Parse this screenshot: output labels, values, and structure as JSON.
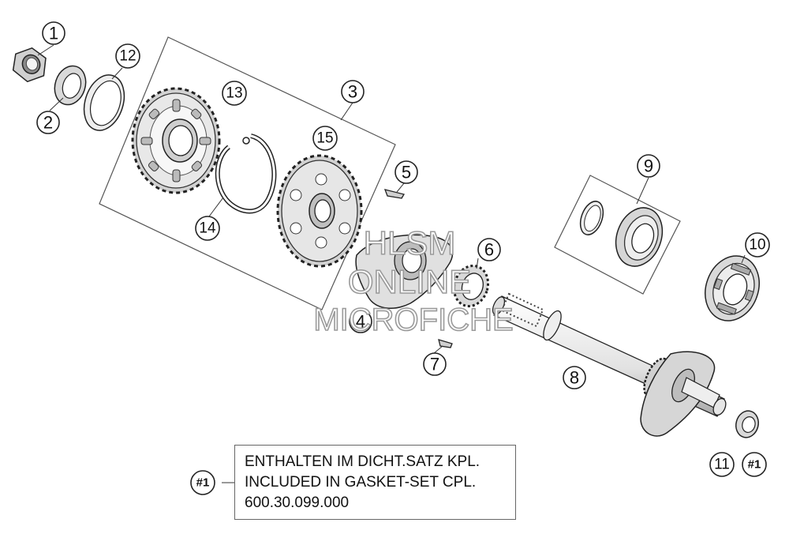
{
  "callouts": {
    "c1": "1",
    "c2": "2",
    "c3": "3",
    "c4": "4",
    "c5": "5",
    "c6": "6",
    "c7": "7",
    "c8": "8",
    "c9": "9",
    "c10": "10",
    "c11": "11",
    "c12": "12",
    "c13": "13",
    "c14": "14",
    "c15": "15",
    "ref_note": "#1",
    "ref_part11": "#1"
  },
  "note": {
    "line1": "ENTHALTEN IM DICHT.SATZ KPL.",
    "line2": "INCLUDED IN GASKET-SET CPL.",
    "line3": "600.30.099.000"
  },
  "watermark": {
    "line1": "HLSM",
    "line2": "ONLINE",
    "line3": "MICROFICHE"
  },
  "colors": {
    "line": "#222222",
    "fill_part": "#d9d9d9",
    "fill_light": "#eeeeee",
    "watermark_stroke": "#9a9a9a"
  }
}
